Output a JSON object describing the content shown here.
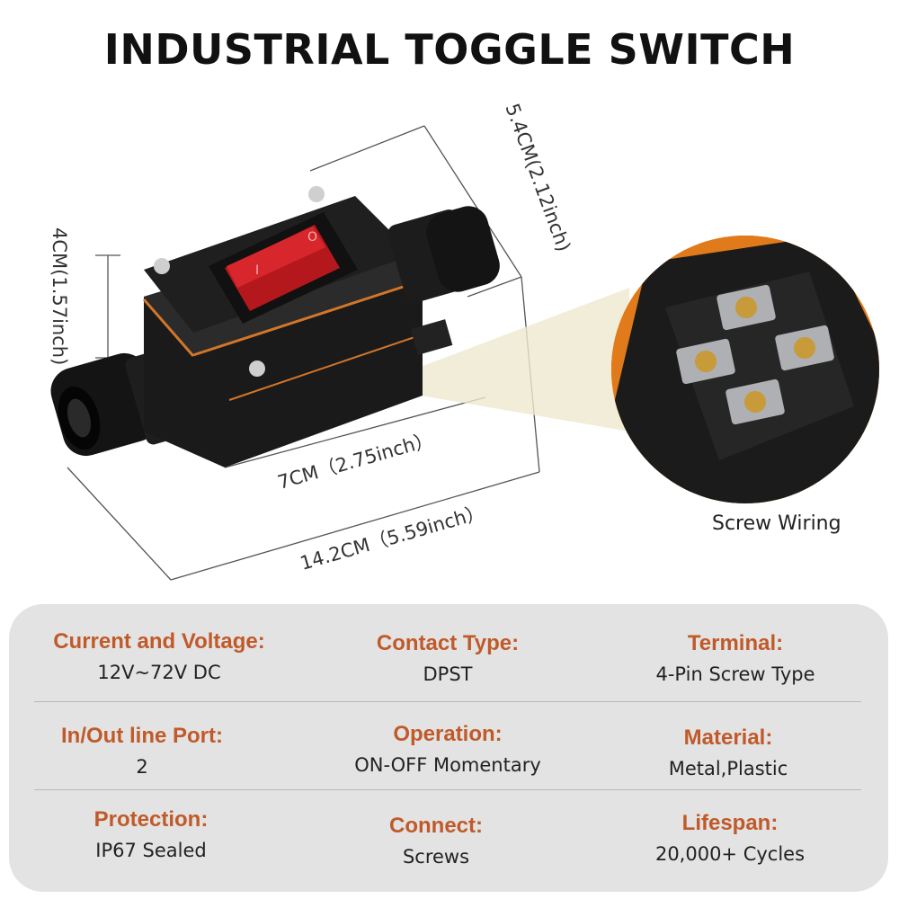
{
  "title": "INDUSTRIAL TOGGLE SWITCH",
  "dimensions": {
    "height": "4CM(1.57inch)",
    "width": "5.4CM(2.12inch)",
    "body_length": "7CM（2.75inch）",
    "total_length": "14.2CM（5.59inch）"
  },
  "switch": {
    "on_mark": "I",
    "off_mark": "O"
  },
  "zoom_caption": "Screw Wiring",
  "specs": [
    {
      "label": "Current and Voltage:",
      "value": "12V~72V  DC"
    },
    {
      "label": "Contact Type:",
      "value": "DPST"
    },
    {
      "label": "Terminal:",
      "value": "4-Pin Screw Type"
    },
    {
      "label": "In/Out line Port:",
      "value": "2"
    },
    {
      "label": "Operation:",
      "value": "ON-OFF Momentary"
    },
    {
      "label": "Material:",
      "value": "Metal,Plastic"
    },
    {
      "label": "Protection:",
      "value": "IP67 Sealed"
    },
    {
      "label": "Connect:",
      "value": "Screws"
    },
    {
      "label": "Lifespan:",
      "value": "20,000+ Cycles"
    }
  ],
  "colors": {
    "label": "#c05a2a",
    "panel": "#e3e3e3",
    "switch_red": "#c81e22",
    "orange": "#e07a1a"
  }
}
